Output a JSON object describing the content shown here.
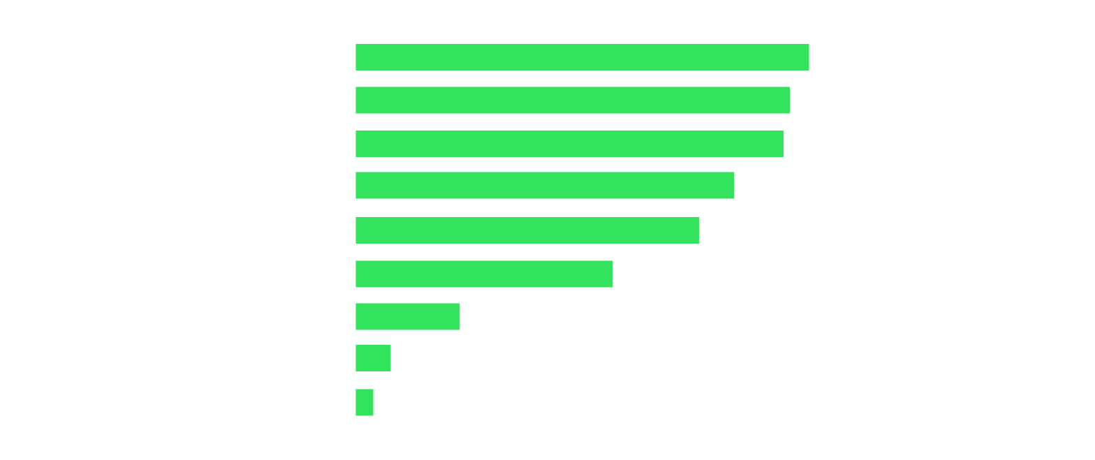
{
  "chart_data": {
    "type": "bar",
    "orientation": "horizontal",
    "categories": [],
    "values": [
      130,
      124.5,
      122.7,
      108.5,
      98.5,
      73.7,
      29.8,
      10,
      5
    ],
    "xlim": [
      0,
      130
    ],
    "grid": false,
    "legend": "none",
    "colors": {
      "bar": "#33e35d",
      "background": "#ffffff"
    }
  }
}
